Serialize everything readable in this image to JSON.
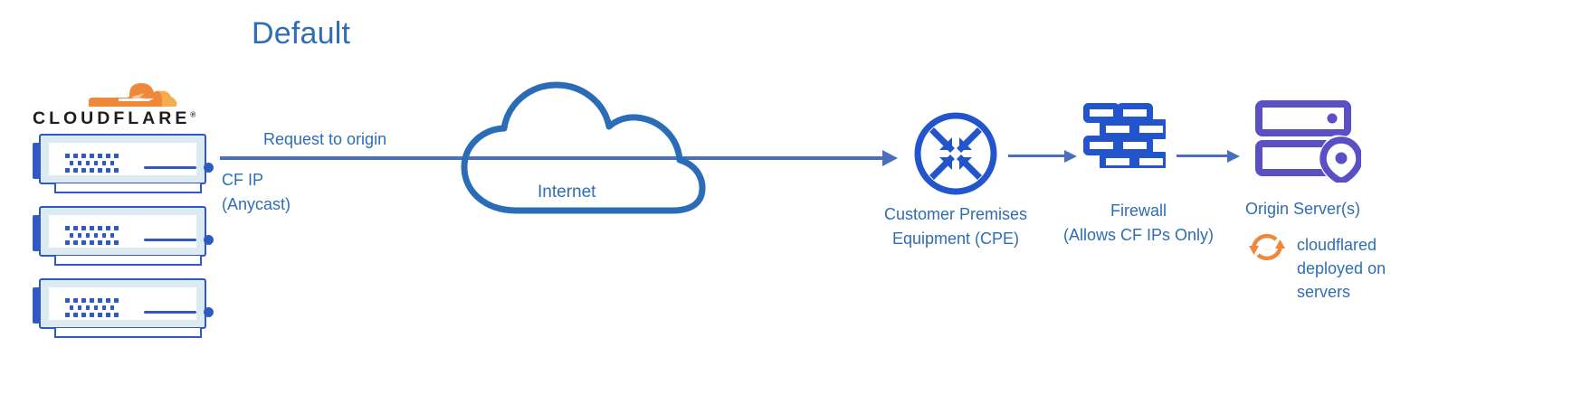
{
  "title": "Default",
  "colors": {
    "title_blue": "#2f6db4",
    "label_blue": "#2f6db4",
    "icon_blue": "#2255cc",
    "arrow_blue": "#4a6fbe",
    "server_blue": "#3159c4",
    "origin_purple": "#5a4fc4",
    "cloudflare_orange": "#f0883c",
    "cloudflare_orange_light": "#f5ab4f",
    "wordmark_black": "#1d1d1d",
    "background": "#ffffff"
  },
  "cloudflare": {
    "wordmark": "CLOUDFLARE",
    "wordmark_mark": "®",
    "logo_icon": "cloudflare-cloud-icon",
    "servers": [
      {
        "name": "cloudflare-server-1"
      },
      {
        "name": "cloudflare-server-2"
      },
      {
        "name": "cloudflare-server-3"
      }
    ]
  },
  "flow": {
    "request_label": "Request to origin",
    "cf_ip_line1": "CF IP",
    "cf_ip_line2": "(Anycast)",
    "arrow_icon": "right-arrow-icon"
  },
  "internet": {
    "label": "Internet",
    "icon": "cloud-icon"
  },
  "cpe": {
    "icon": "converging-arrows-circle-icon",
    "label_line1": "Customer Premises",
    "label_line2": "Equipment (CPE)"
  },
  "firewall": {
    "icon": "brick-wall-icon",
    "label_line1": "Firewall",
    "label_line2": "(Allows CF IPs Only)"
  },
  "origin": {
    "icon": "server-location-pin-icon",
    "label": "Origin Server(s)",
    "cloudflared_icon": "sync-arrows-icon",
    "cloudflared_line1": "cloudflared",
    "cloudflared_line2": "deployed on",
    "cloudflared_line3": "servers"
  }
}
